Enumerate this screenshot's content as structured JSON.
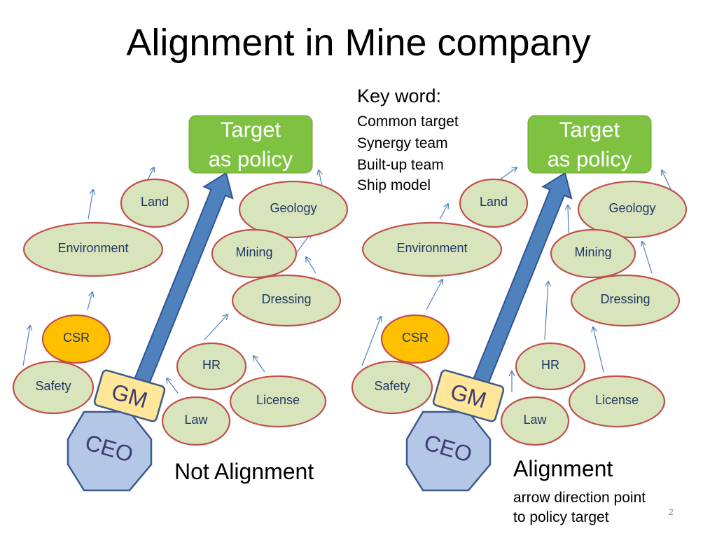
{
  "title": "Alignment in Mine company",
  "keywords": {
    "heading": "Key word:",
    "items": [
      "Common target",
      "Synergy team",
      "Built-up team",
      "Ship model"
    ]
  },
  "labels": {
    "target_line1": "Target",
    "target_line2": "as policy",
    "gm": "GM",
    "ceo": "CEO",
    "land": "Land",
    "geology": "Geology",
    "environment": "Environment",
    "mining": "Mining",
    "dressing": "Dressing",
    "csr": "CSR",
    "hr": "HR",
    "safety": "Safety",
    "license": "License",
    "law": "Law"
  },
  "captions": {
    "left": "Not Alignment",
    "right_title": "Alignment",
    "right_line1": "arrow direction point",
    "right_line2": "to policy target"
  },
  "page_number": "2",
  "colors": {
    "ellipse_fill": "#d8e4bc",
    "ellipse_stroke": "#c0504d",
    "csr_fill": "#ffc000",
    "csr_stroke": "#c0504d",
    "target_fill": "#7fc241",
    "gm_fill": "#ffe699",
    "gm_stroke": "#3c5a8a",
    "ceo_fill": "#b4c7e7",
    "ceo_stroke": "#3c5a8a",
    "big_arrow": "#4f81bd",
    "small_arrow": "#4f81bd",
    "node_text": "#1f3864"
  }
}
